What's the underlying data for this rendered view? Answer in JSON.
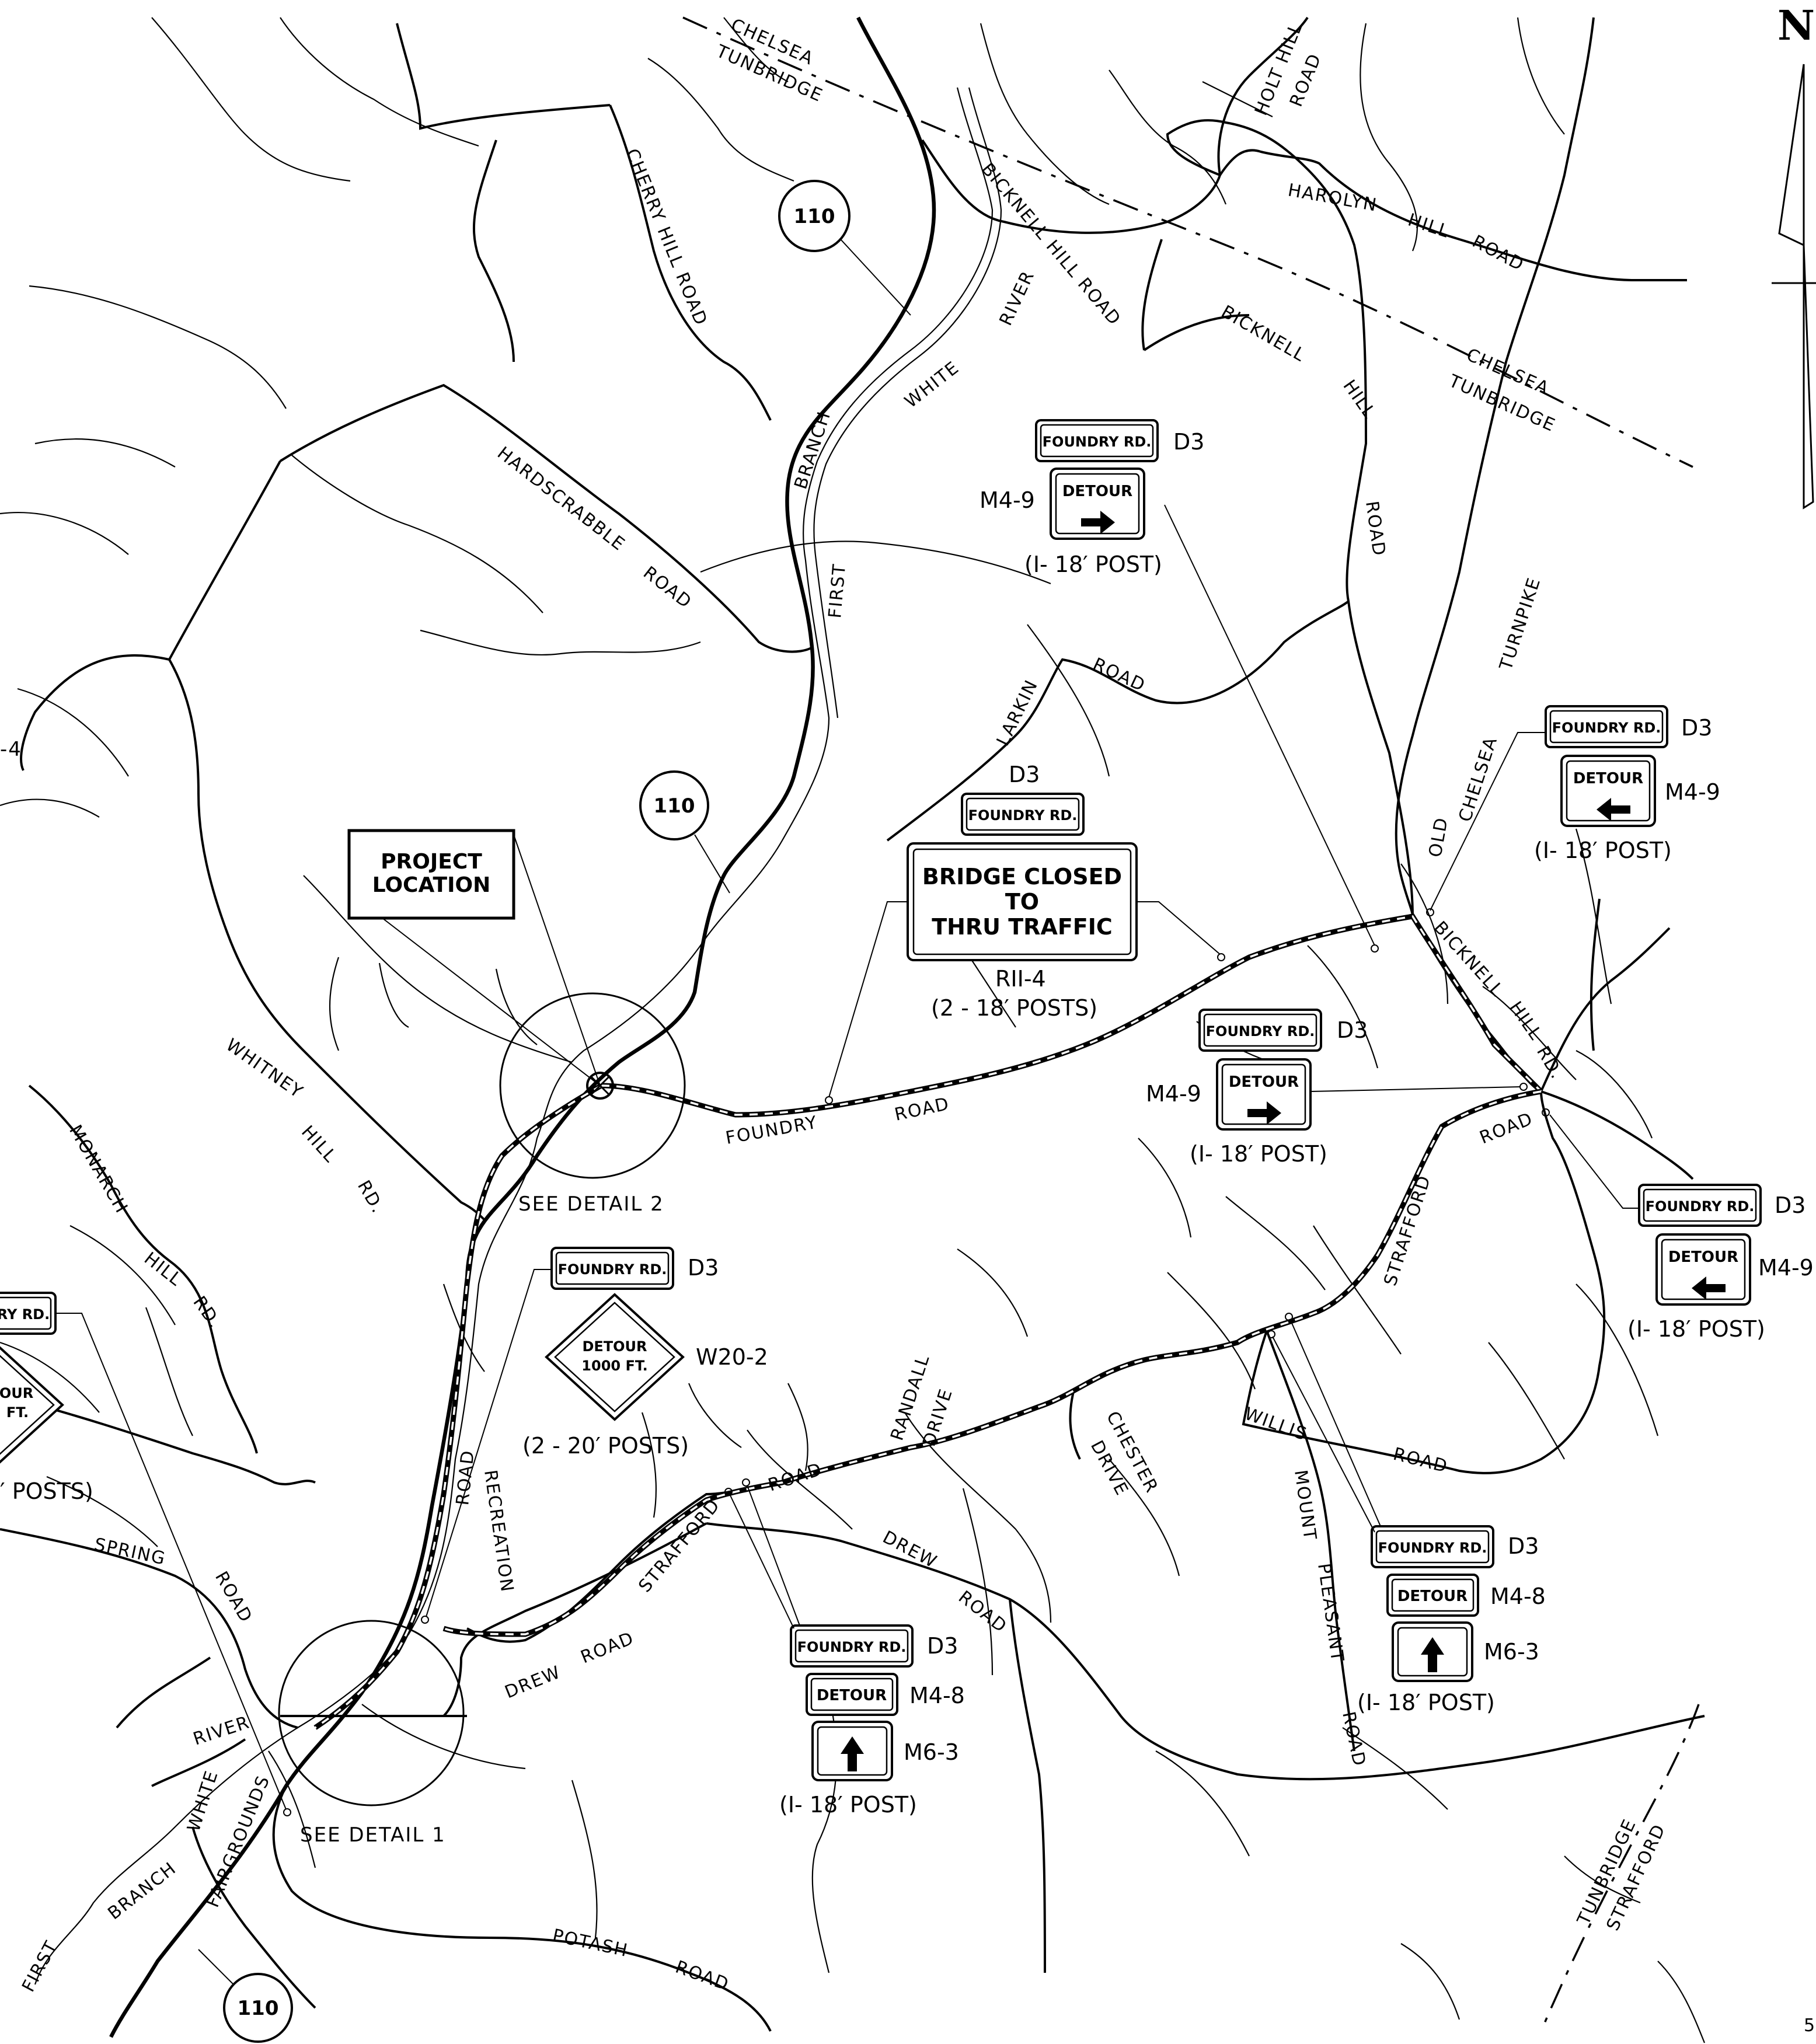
{
  "north_arrow": {
    "label": "N"
  },
  "sheet_number": "5",
  "route_shields": [
    "110",
    "110",
    "110"
  ],
  "town_lines": [
    {
      "top": "CHELSEA",
      "bottom": "TUNBRIDGE"
    },
    {
      "top": "CHELSEA",
      "bottom": "TUNBRIDGE"
    },
    {
      "top": "TUNBRIDGE",
      "bottom": "STRAFFORD"
    }
  ],
  "road_labels": {
    "cherry_hill": "CHERRY HILL ROAD",
    "holt_hill_1": "HOLT HILL",
    "holt_hill_2": "ROAD",
    "harolyn_1": "HAROLYN",
    "harolyn_2": "HILL",
    "harolyn_3": "ROAD",
    "bicknell_hill_top": "BICKNELL HILL ROAD",
    "bicknell_a": "BICKNELL",
    "bicknell_b": "HILL",
    "bicknell_c": "ROAD",
    "hardscrabble": "HARDSCRABBLE",
    "hardscrabble_road": "ROAD",
    "first": "FIRST",
    "branch": "BRANCH",
    "white": "WHITE",
    "river": "RIVER",
    "larkin": "LARKIN",
    "larkin_road": "ROAD",
    "old": "OLD",
    "chelsea": "CHELSEA",
    "turnpike": "TURNPIKE",
    "bicknell_hill_rd": "BICKNELL",
    "bicknell_hill_rd2": "HILL",
    "bicknell_hill_rd3": "RD.",
    "whitney": "WHITNEY",
    "whitney_hill": "HILL",
    "whitney_rd": "RD.",
    "monarch": "MONARCH",
    "monarch_hill": "HILL",
    "monarch_rd": "RD.",
    "foundry": "FOUNDRY",
    "foundry_road": "ROAD",
    "strafford_road": "ROAD",
    "strafford": "STRAFFORD",
    "recreation": "RECREATION",
    "recreation_road": "ROAD",
    "spring": "SPRING",
    "spring_road": "ROAD",
    "randall": "RANDALL",
    "drive": "DRIVE",
    "chester": "CHESTER",
    "chester_drive": "DRIVE",
    "willis": "WILLIS",
    "willis_road": "ROAD",
    "mount": "MOUNT",
    "pleasant": "PLEASANT",
    "pleasant_road": "ROAD",
    "drew_1": "DREW",
    "drew_1_road": "ROAD",
    "drew_2": "DREW",
    "drew_2_road": "ROAD",
    "strafford_2": "STRAFFORD",
    "strafford_2_road": "ROAD",
    "river_low": "RIVER",
    "white_low": "WHITE",
    "branch_low": "BRANCH",
    "first_low": "FIRST",
    "fairgrounds": "FAIRGROUNDS",
    "potash": "POTASH",
    "potash_road": "ROAD",
    "left_edge": "-4"
  },
  "project_location": {
    "line1": "PROJECT",
    "line2": "LOCATION"
  },
  "details": {
    "detail2": "SEE DETAIL 2",
    "detail1": "SEE DETAIL 1"
  },
  "signs": {
    "foundry_plaque": "FOUNDRY RD.",
    "foundry_plaque_cut": "RY RD.",
    "detour": "DETOUR",
    "d3": "D3",
    "m4_9": "M4-9",
    "m4_8": "M4-8",
    "m6_3": "M6-3",
    "r11_4": "RII-4",
    "w20_2": "W20-2",
    "one_post": "(I- 18′ POST)",
    "two_posts": "(2 - 18′ POSTS)",
    "two_posts_20": "(2 - 20′ POSTS)",
    "posts_cut": "′ POSTS)",
    "bridge_1": "BRIDGE CLOSED",
    "bridge_2": "TO",
    "bridge_3": "THRU TRAFFIC",
    "detour_1000_1": "DETOUR",
    "detour_1000_2": "1000 FT.",
    "detour_cut_1": "OUR",
    "detour_cut_2": "FT."
  }
}
